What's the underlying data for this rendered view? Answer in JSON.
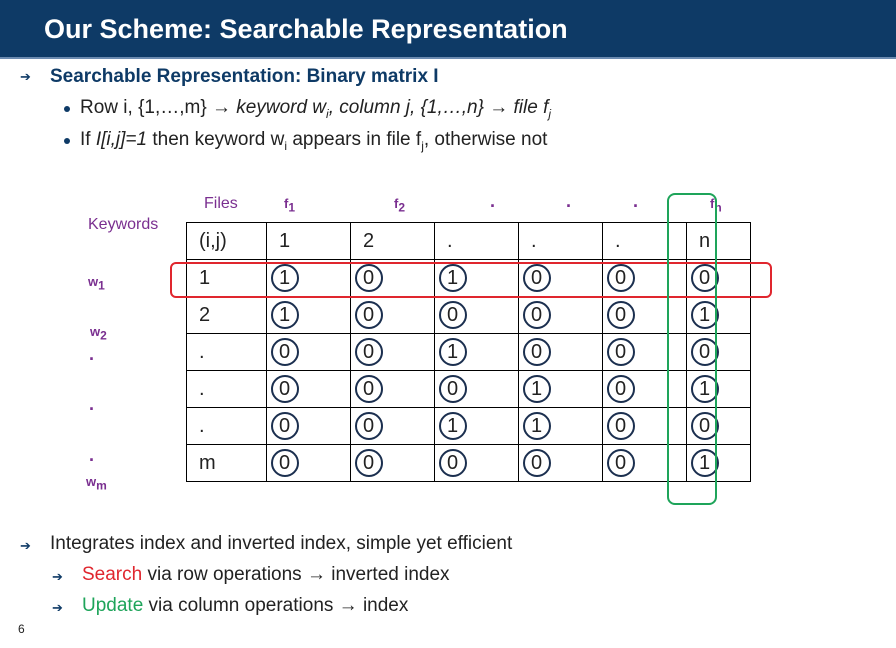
{
  "title": "Our Scheme: Searchable Representation",
  "heading": "Searchable Representation: Binary matrix I",
  "bullet1": {
    "a": "Row i, {1,…,m}",
    "b": " keyword w",
    "c": "i",
    "d": ", column j, {1,…,n}",
    "e": " file f",
    "f": "j"
  },
  "bullet2": {
    "a": "If ",
    "b": "I[i,j]=1",
    "c": " then keyword w",
    "d": "i",
    "e": " appears in file f",
    "f": "j",
    "g": ", otherwise not"
  },
  "labels": {
    "files": "Files",
    "keywords": "Keywords",
    "f1": "f",
    "f1s": "1",
    "f2": "f",
    "f2s": "2",
    "fdots": ".",
    "fn": "f",
    "fns": "n",
    "w1": "w",
    "w1s": "1",
    "w2": "w",
    "w2s": "2",
    "wdot": ".",
    "wm": "w",
    "wms": "m"
  },
  "matrix": {
    "header": [
      "(i,j)",
      "1",
      "2",
      ".",
      ".",
      ".",
      "n"
    ],
    "rows": [
      {
        "label": "1",
        "values": [
          "1",
          "0",
          "1",
          "0",
          "0",
          "0"
        ]
      },
      {
        "label": "2",
        "values": [
          "1",
          "0",
          "0",
          "0",
          "0",
          "1"
        ]
      },
      {
        "label": ".",
        "values": [
          "0",
          "0",
          "1",
          "0",
          "0",
          "0"
        ]
      },
      {
        "label": ".",
        "values": [
          "0",
          "0",
          "0",
          "1",
          "0",
          "1"
        ]
      },
      {
        "label": ".",
        "values": [
          "0",
          "0",
          "1",
          "1",
          "0",
          "0"
        ]
      },
      {
        "label": "m",
        "values": [
          "0",
          "0",
          "0",
          "0",
          "0",
          "1"
        ]
      }
    ]
  },
  "bottom": {
    "line1": "Integrates index and inverted index, simple yet efficient",
    "search_word": "Search",
    "line2_rest": " via row operations",
    "line2_tail": " inverted index",
    "update_word": "Update",
    "line3_rest": " via column operations",
    "line3_tail": " index"
  },
  "glyphs": {
    "arrow": "→",
    "bullet_arrow": "➔"
  },
  "page_number": "6",
  "colors": {
    "title_bg": "#0e3a66",
    "accent_purple": "#7a2f90",
    "row_highlight": "#e0262e",
    "col_highlight": "#1ea45a"
  }
}
